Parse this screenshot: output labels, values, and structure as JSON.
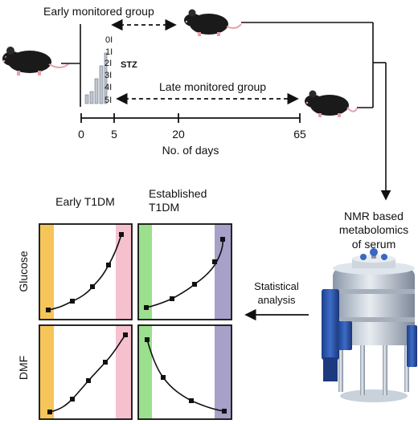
{
  "timeline": {
    "early_group_label": "Early monitored group",
    "late_group_label": "Late monitored group",
    "doses": [
      "0I",
      "1I",
      "2I",
      "3I",
      "4I",
      "5I"
    ],
    "drug_label": "STZ",
    "ticks": [
      "0",
      "5",
      "20",
      "65"
    ],
    "axis_label": "No. of days"
  },
  "nmr": {
    "title_lines": [
      "NMR based",
      "metabolomics",
      "of serum"
    ],
    "analysis_lines": [
      "Statistical",
      "analysis"
    ]
  },
  "panels": {
    "col1_title": "Early T1DM",
    "col2_title_lines": [
      "Established",
      "T1DM"
    ],
    "row1_label": "Glucose",
    "row2_label": "DMF"
  },
  "colors": {
    "early_baseline": "#f6c55a",
    "early_end": "#f6c1cf",
    "established_baseline": "#9be08d",
    "established_end": "#a7a0c8"
  },
  "icons": [
    "mouse-icon",
    "syringe-icon",
    "nmr-spectrometer-icon"
  ]
}
